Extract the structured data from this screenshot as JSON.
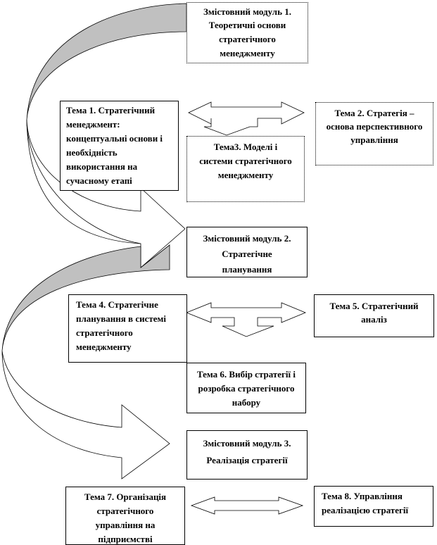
{
  "diagram": {
    "modules": [
      {
        "id": "module-1",
        "title": "Змістовний модуль 1.",
        "subtitle": "Теоретичні основи стратегічного менеджменту"
      },
      {
        "id": "module-2",
        "title": "Змістовний модуль 2.",
        "subtitle": "Стратегічне планування"
      },
      {
        "id": "module-3",
        "title": "Змістовний модуль 3.",
        "subtitle": "Реалізація стратегії"
      }
    ],
    "topics": [
      {
        "id": "topic-1",
        "text": "Тема 1. Стратегічний менеджмент: концептуальні основи і необхідність використання на сучасному етапі"
      },
      {
        "id": "topic-2",
        "text": "Тема 2. Стратегія – основа перспективного управління"
      },
      {
        "id": "topic-3",
        "text": "Тема3. Моделі і системи стратегічного менеджменту"
      },
      {
        "id": "topic-4",
        "text": "Тема 4. Стратегічне планування в системі стратегічного менеджменту"
      },
      {
        "id": "topic-5",
        "text": "Тема 5. Стратегічний аналіз"
      },
      {
        "id": "topic-6",
        "text": "Тема 6. Вибір стратегії і розробка стратегічного набору"
      },
      {
        "id": "topic-7",
        "text": "Тема 7. Організація стратегічного управління на підприємстві"
      },
      {
        "id": "topic-8",
        "text": "Тема 8. Управління реалізацією стратегії"
      }
    ],
    "connectors": [
      {
        "id": "curved-arrow-1",
        "from": "module-1",
        "to": "module-2"
      },
      {
        "id": "curved-arrow-2",
        "from": "module-2",
        "to": "module-3"
      },
      {
        "id": "three-way-arrow-1",
        "links": [
          "topic-1",
          "topic-2",
          "topic-3"
        ]
      },
      {
        "id": "three-way-arrow-2",
        "links": [
          "topic-4",
          "topic-5",
          "topic-6"
        ]
      },
      {
        "id": "double-arrow-3",
        "links": [
          "topic-7",
          "topic-8"
        ]
      }
    ],
    "colors": {
      "arrow_shade": "#c0c0c0",
      "arrow_fill": "#ffffff",
      "stroke": "#000000"
    }
  }
}
